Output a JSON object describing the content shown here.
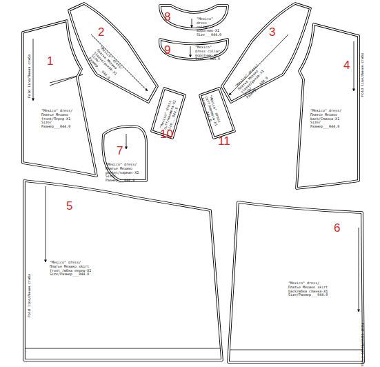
{
  "diagram": {
    "nodes": [
      {
        "text": [
          "Fold line/Линия сгиба",
          "\"Mexico\" dress/ Платье Мехико front/Перед-X1 Size/Размер___044.0"
        ]
      },
      {
        "text": [
          "\"Mexico\" dress/ Платье Мехико sleeve/рукав-X1 Size/Размер___044.0"
        ]
      },
      {
        "text": [
          "\"Mexico\" dress/ Платье Мехико sleeve/рукав-X1 Size/Размер___044.0"
        ]
      },
      {
        "text": [
          "Fold line/Линия сгиба",
          "\"Mexico\" dress/ Платье Мехико back/Спинка-X1 Size/Размер___044.0"
        ]
      },
      {
        "text": [
          "Fold line/Линия сгиба",
          "\"Mexico\" dress/ Платье Мехико skirt front /юбка перед-X1 Size/Размер___044.0"
        ]
      },
      {
        "text": [
          "Fold line/Линия сгиба",
          "\"Mexico\" dress/ Платье Мехико skirt back/юбка спинка-X1 Size/Размер___044.0"
        ]
      },
      {
        "text": [
          "\"Mexico\" dress/ Платье Мехико pocket/карман-X2 Size/Размер___044.0"
        ]
      },
      {
        "text": [
          "\"Mexico\" dress collar/воротник-X1 Size___044.0"
        ]
      },
      {
        "text": [
          "\"Mexico\" dress collar/воротник-X1 Size___044.0"
        ]
      },
      {
        "text": [
          "\"Mexico\" dress cuff/манжета-X1 Size___044.0"
        ]
      },
      {
        "text": [
          "\"Mexico\" dress cuff/манжета-X1 Size___044.0"
        ]
      }
    ],
    "labels": [
      "1",
      "2",
      "3",
      "4",
      "5",
      "6",
      "7",
      "8",
      "9",
      "10",
      "11"
    ]
  }
}
